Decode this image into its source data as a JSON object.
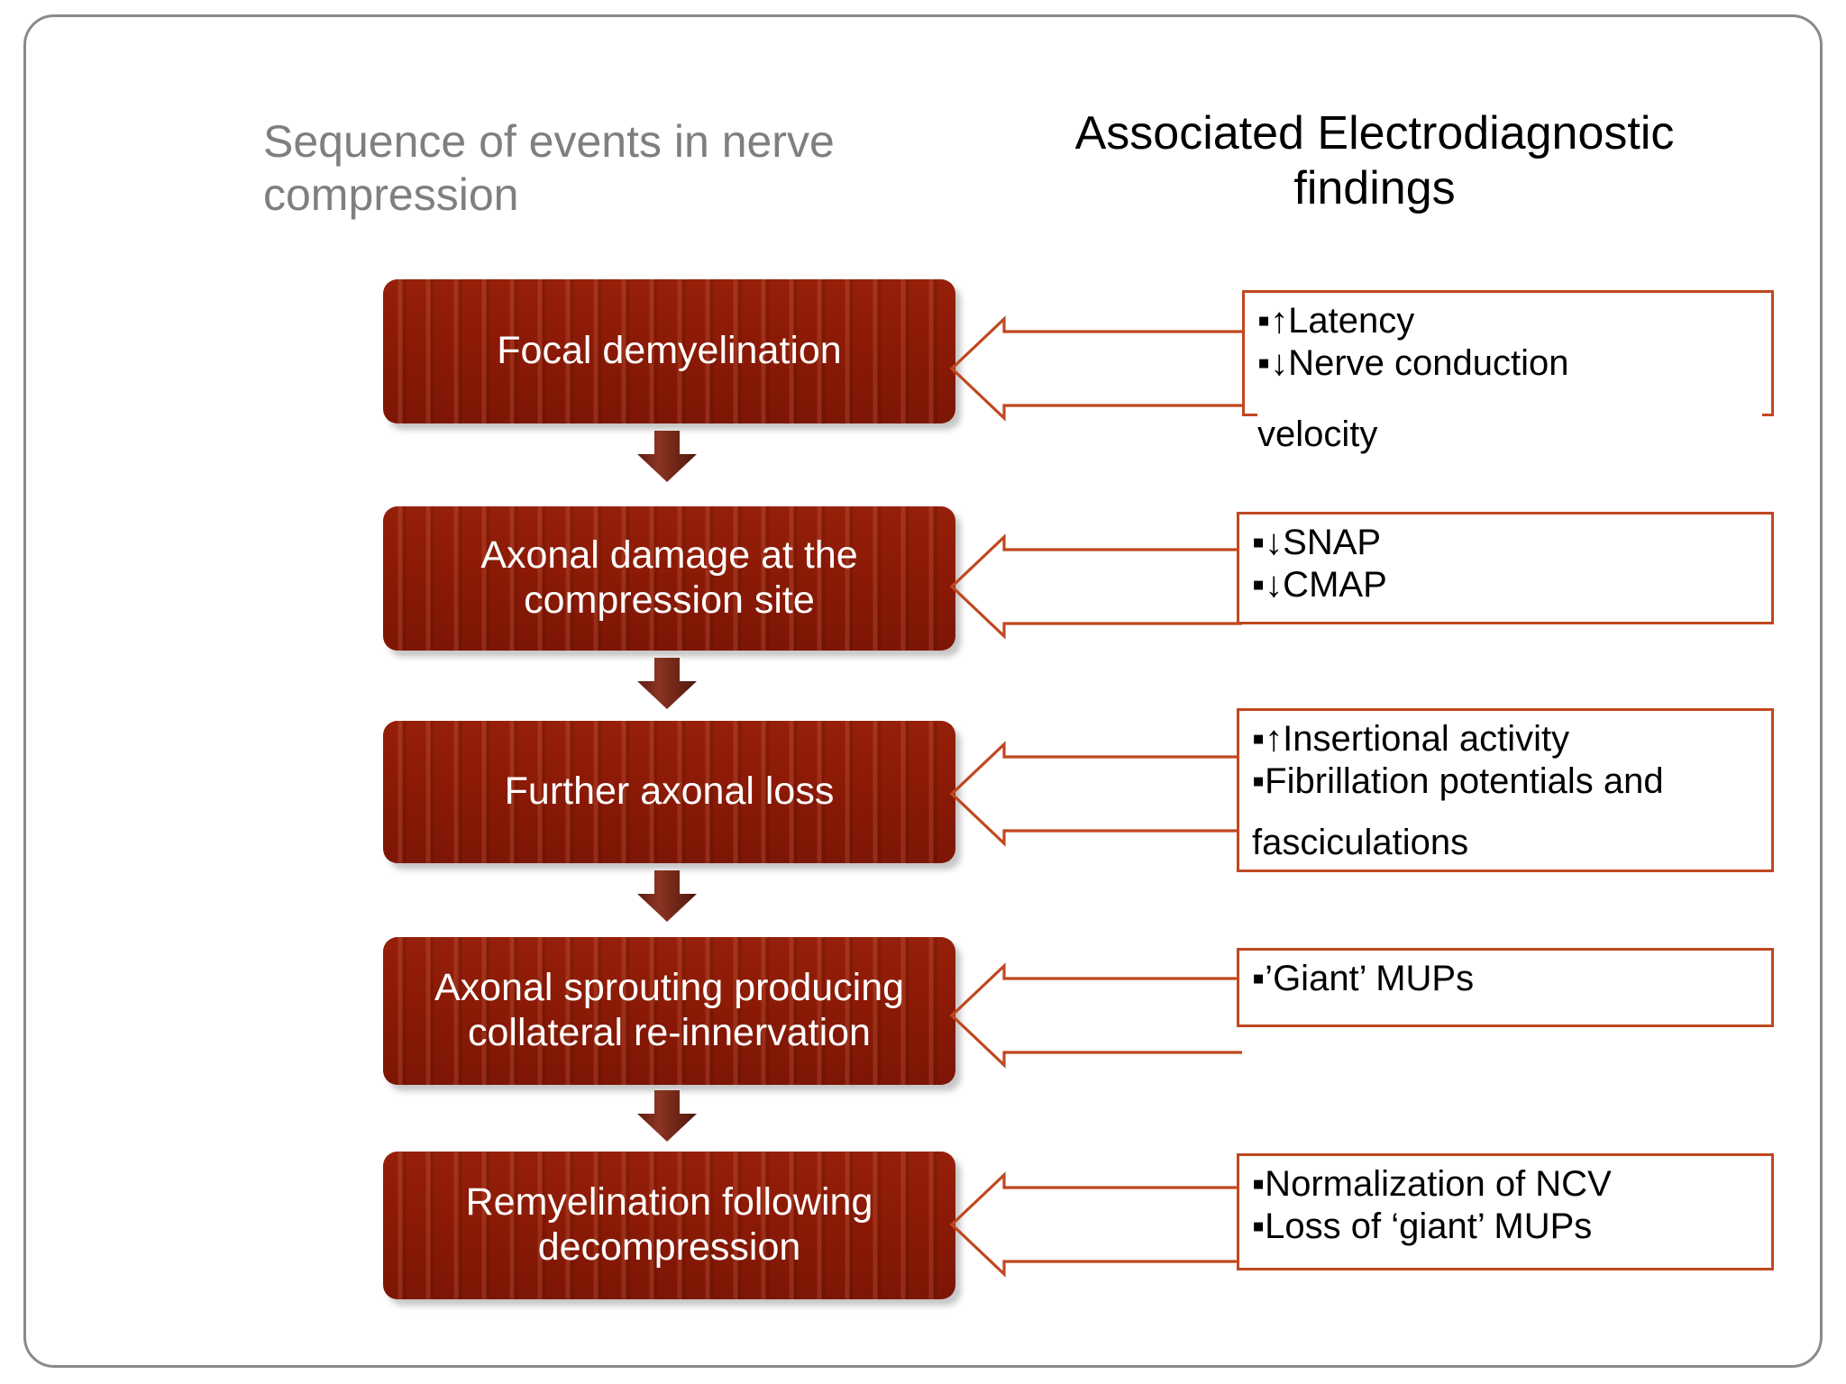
{
  "slide": {
    "frame_color": "#8a8a8a",
    "background": "#ffffff"
  },
  "headings": {
    "left": "Sequence of events in nerve compression",
    "right": "Associated Electrodiagnostic findings",
    "left_color": "#7f7f7f",
    "right_color": "#000000"
  },
  "colors": {
    "box_fill": "#8c1c08",
    "box_text": "#ffffff",
    "callout_border": "#c0481f",
    "arrow_fill": "#7d2a19"
  },
  "flow": {
    "steps": [
      {
        "label": "Focal demyelination"
      },
      {
        "label": "Axonal damage at the\ncompression site"
      },
      {
        "label": "Further axonal loss"
      },
      {
        "label": "Axonal sprouting producing\ncollateral re-innervation"
      },
      {
        "label": "Remyelination following\ndecompression"
      }
    ]
  },
  "notes": [
    {
      "inside": "▪↑Latency\n▪↓Nerve conduction",
      "overflow": "velocity"
    },
    {
      "inside": "▪↓SNAP\n▪↓CMAP",
      "overflow": ""
    },
    {
      "inside": "▪↑Insertional activity\n▪Fibrillation potentials and",
      "overflow": "fasciculations"
    },
    {
      "inside": " ▪’Giant’ MUPs",
      "overflow": ""
    },
    {
      "inside": "▪Normalization of NCV\n▪Loss of ‘giant’ MUPs",
      "overflow": ""
    }
  ],
  "icons": {
    "down_connector": "down-arrow-icon",
    "side_connector": "left-arrow-callout-icon"
  }
}
